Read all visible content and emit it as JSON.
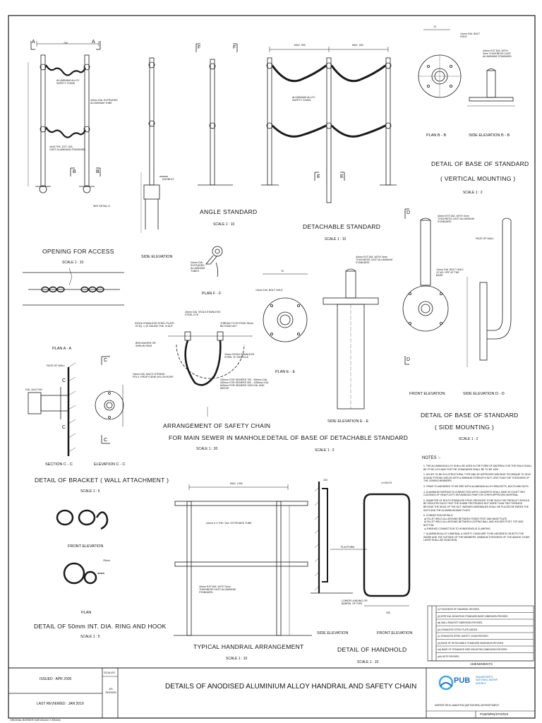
{
  "sheet": {
    "title": "DETAILS OF ANODISED ALUMINIUM ALLOY HANDRAIL AND SAFETY CHAIN",
    "issued": "ISSUED : APR 2005",
    "last_reviewed": "LAST REVIEWED : JAN 2019",
    "scales_header": "SCALES",
    "scales_value": "AS SHOWN",
    "drawing_number": "PUB/WRN/STD/024",
    "department": "WATER RECLAMATION (NETWORK) DEPARTMENT",
    "logo_text": "PUB",
    "agency_name": "SINGAPORE'S NATIONAL WATER AGENCY",
    "paper_note": "ORIGINAL BORDER SIZE 841mm X 594mm",
    "amendments_header": "AMENDMENTS",
    "amendments": [
      "(i) THICKNESS OF HANDRAIL REVISED.",
      "(ii) VERTICAL MOUNTING STANDARD BASE DIMENSION REVISED.",
      "(iii) WALL BRACKET DIMENSION REVISED.",
      "(iv) STAINLESS STEEL PLATE ADDED.",
      "(v) STAINLESS STEEL SAFETY CHAIN REVISED.",
      "(vi) BASE OF DETACHABLE STANDARD DIMENSION REVISED.",
      "(vii) BASE OF STANDARD SIDE MOUNTING DIMENSION REVISED.",
      "(viii) NOTE REVISED."
    ]
  },
  "labels": {
    "sec_a1": "A",
    "sec_a2": "A",
    "sec_b1": "B",
    "sec_b2": "B",
    "sec_f1": "F",
    "sec_f2": "F",
    "sec_e1": "E",
    "sec_e2": "E",
    "sec_d1": "D",
    "sec_d2": "D",
    "sec_c1": "C",
    "sec_c2": "C",
    "sec_c3": "C",
    "sec_c4": "C",
    "dim_700_top": "700",
    "dim_900a": "MAX. 900",
    "dim_900b": "MAX. 900",
    "dim_70_top": "70",
    "dim_70_e": "70",
    "dim_1400": "MAX. 1400",
    "txt_alloy_chain": "ALUMINIUM ALLOY\nSAFETY CHAIN",
    "txt_44_tube": "44mm DIA. EXTRUDED\nALUMINIUM TUBE",
    "txt_44_std": "44x5 THK. EXT. DIA.\nCAST ALUMINIUM STANDARD",
    "txt_see_detail": "SEE DETAIL D",
    "txt_knobolt": "KNOBOLT",
    "txt_alloy_chain2": "ALUMINIUM ALLOY\nSAFETY CHAIN",
    "txt_14_bolt": "14mm DIA. BOLT\nHOLE",
    "txt_44_ext": "44mm EXT.DIA. WITH\n3mm THICKNESS CAST\nALUMINIUM STANDARD",
    "lbl_plan_bb": "PLAN  B - B",
    "lbl_side_bb": "SIDE ELEVATION  B - B",
    "title_base_vert": "DETAIL OF BASE OF STANDARD",
    "title_base_vert2": "( VERTICAL MOUNTING )",
    "scale_1_2a": "SCALE 1 : 2",
    "title_angle": "ANGLE STANDARD",
    "scale_1_10a": "SCALE 1 : 10",
    "title_detachable": "DETACHABLE STANDARD",
    "scale_1_10b": "SCALE 1 : 10",
    "lbl_side_elev": "SIDE ELEVATION",
    "title_opening": "OPENING FOR ACCESS",
    "scale_1_10c": "SCALE 1 : 10",
    "txt_44_tubes": "44mm DIA.\nEXTRUDED\nALUMINIUM\nTUBES",
    "lbl_plan_ff": "PLAN  F - F",
    "txt_ss_eye": "16mm DIA. SS316 STAINLESS\nSTEEL EYE",
    "txt_ss_plate": "SS316 STAINLESS STEEL PLATE\n75 SQ. x 10 GAUGE THK. & NUT",
    "txt_thread": "THREAD TO EXTEND 25mm\nBEYOND NUT",
    "txt_brickwork": "BRICKWORK OR\nSHELMI RING",
    "txt_shackle": "10mm SS316 STAINLESS\nSTEEL 'D' SHACKLE",
    "txt_rope": "16mm DIA. MULTI-STRAND\nPOLY- PROPYLENE NYLON ROPE",
    "txt_sewer": "250mm FOR SEWERS 750 - 900mm DIA.\n450mm FOR SEWERS 900 - 1050mm DIA.\n600mm FOR SEWERS 1200 DIA. AND\nABOVE",
    "title_chain1": "ARRANGEMENT OF SAFETY CHAIN",
    "title_chain2": "FOR MAIN SEWER IN MANHOLE",
    "scale_1_20": "SCALE 1 : 20",
    "txt_44_ext_e": "44mm EXT.DIA. WITH 3mm\nTHICKNESS CAST ALUMINIUM\nSTANDARD",
    "txt_14_bolt_e": "14mm DIA. BOLT HOLE",
    "lbl_plan_ee": "PLAN  E - E",
    "lbl_side_ee": "SIDE ELEVATION  E - E",
    "title_base_det": "DETAIL OF BASE OF DETACHABLE STANDARD",
    "scale_1_2b": "SCALE 1 : 2",
    "txt_44_ext_d": "44mm EXT.DIA. WITH 3mm\nTHICKNESS CAST ALUMINIUM\nSTANDARD",
    "txt_face_wall": "FACE OF WALL",
    "txt_14_bolt_d": "14mm DIA. BOLT HOLE\n12 NO. OFF AT THE\nBASE",
    "lbl_front_elev_d": "FRONT ELEVATION",
    "lbl_side_dd": "SIDE ELEVATION  D - D",
    "title_base_side": "DETAIL OF BASE OF STANDARD",
    "title_base_side2": "( SIDE MOUNTING )",
    "scale_1_2c": "SCALE 1 : 2",
    "lbl_plan_aa": "PLAN  A - A",
    "txt_face_wall2": "FACE OF WALL",
    "txt_dia44": "DIA. 44x3 THK.",
    "lbl_sec_cc": "SECTION  C - C",
    "lbl_elev_cc": "ELEVATION  C - C",
    "title_bracket": "DETAIL OF BRACKET ( WALL ATTACHMENT )",
    "scale_1_5a": "SCALE 1 : 5",
    "lbl_front_elev_r": "FRONT ELEVATION",
    "lbl_plan_r": "PLAN",
    "title_ring": "DETAIL OF 50mm INT. DIA. RING AND HOOK",
    "scale_1_5b": "SCALE 1 : 5",
    "txt_25": "25mm",
    "txt_44_tube_h": "44mm X 3 THK. DIA. EXTRUDED TUBE",
    "txt_44_std_h": "44mm EXT.DIA. WITH 3mm\nTHICKNESS CAST ALUMINIUM\nSTANDARD",
    "title_handrail": "TYPICAL HANDRAIL ARRANGEMENT",
    "scale_1_10d": "SCALE 1 : 10",
    "txt_4holes": "4 HOLES",
    "txt_platform": "PLATFORM",
    "txt_lower_landing": "LOWER LANDING OR\nBARREL OF PIPE",
    "lbl_side_elev_hh": "SIDE ELEVATION",
    "lbl_front_elev_hh": "FRONT ELEVATION",
    "title_handhold": "DETAIL OF HANDHOLD",
    "scale_1_10e": "SCALE 1 : 10",
    "dim_300": "300",
    "dim_100": "100"
  },
  "notes": {
    "header": "NOTES :-",
    "items": [
      "1. THE ALUMINIUM ALLOY SHALL BE USED IN THE FORM OF MATERIAL FOR THE RAILS SHALL BE TO BS 1474 AND FOR THE STANDARDS SHALL BE TO BS 1490.",
      "2. HOLES TO BE IN A STRUCTURAL TYPE AND BY APPROVED WELDING TECHNIQUE TO GIVE SOUND STRONG WELDS WITH A MINIMUM STRENGTH NOT LESS THAN THE THICKNESS OF THE JOINING MEMBERS.",
      "3. ITEMS TO ANODISED TO BS 3987 WITH ALUMINIUM ALLOY BRACKETS, BOLTS AND NUTS.",
      "4. ALUMINIUM SURFACE IN CONNECTION WITH CONCRETE SHALL HAVE AT LEAST TWO COATINGS OF HEAVY-DUTY BITUMINOUS PAINT OR OTHER APPROVED MATERIAL.",
      "5. DIAMETER OF BOLTS STAINLESS STEEL PROVIDED TO BE SUCH THE PRODUCT SHOULD BE GROUTED SUCH THAT THE SHANK PROTRUDES NOT MORE THAN TWO THREADS BEYOND THE HEAD OF THE NUT. WASHER ASSEMBLIES SHALL BE PLACED BETWEEN THE NUTS AND THE ALUMINIUM BASE PLATE.",
      "6. CONNECTION DETAILS:\n a) FILLET WELD ALL AROUND BETWEEN TENSE POST AND BASE PLATE.\n b) FILLET WELD ALL AROUND BETWEEN LOOPING BALL AND HOLDER POST, TOP AND BOTTOM.\n c) FINISHED CONNECTION TO HOMOGENOUS CLAMPING.",
      "7. ALUMINIUM ALLOY HANDRAIL & SAFETY CHAIN ARE TO BE ANODISED ON BOTH THE INSIDE AND THE OUTSIDE OF THE MEMBERS. MINIMUM THICKNESS OF THE ANODIC OXIDE LAYER SHALL BE 25 MICRON."
    ]
  },
  "colors": {
    "ink": "#1a1a1a",
    "logo_blue": "#1f6fb8",
    "logo_cyan": "#3fa9dd"
  }
}
